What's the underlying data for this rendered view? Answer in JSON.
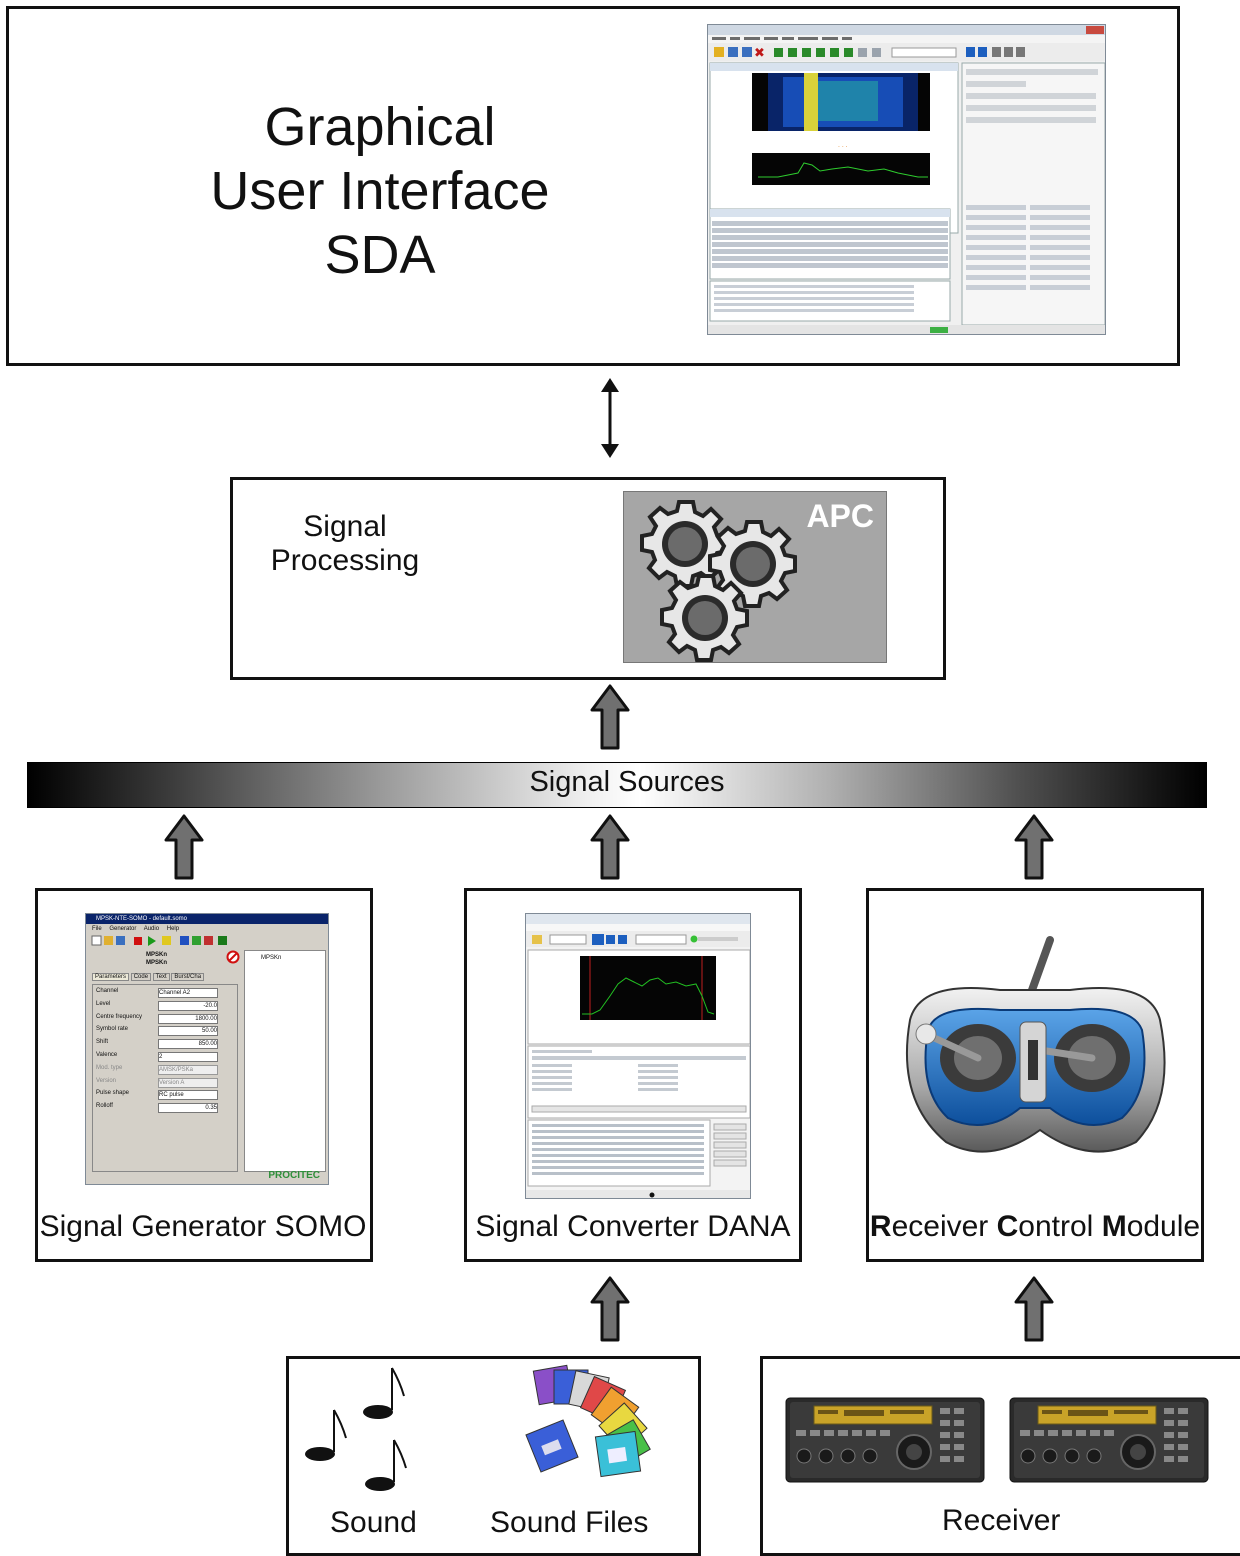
{
  "gui": {
    "lines": [
      "Graphical",
      "User Interface",
      "SDA"
    ]
  },
  "processing": {
    "lines": [
      "Signal",
      "Processing"
    ],
    "apc_label": "APC"
  },
  "sources_bar": {
    "label": "Signal Sources"
  },
  "modules": [
    {
      "label": "Signal Generator SOMO"
    },
    {
      "label": "Signal Converter DANA"
    },
    {
      "parts": [
        {
          "text": "R",
          "bold": true
        },
        {
          "text": "eceiver ",
          "bold": false
        },
        {
          "text": "C",
          "bold": true
        },
        {
          "text": "o",
          "bold": false
        },
        {
          "text": "ntrol ",
          "bold": false
        },
        {
          "text": "M",
          "bold": true
        },
        {
          "text": "odule",
          "bold": false
        }
      ]
    }
  ],
  "somo_screenshot": {
    "title": "MPSK-NTE-SOMO - default.somo",
    "menu": [
      "File",
      "Generator",
      "Audio",
      "Help"
    ],
    "mode_line1": "MPSKn",
    "mode_line2": "MPSKn",
    "tabs": [
      "Parameters",
      "Code",
      "Text",
      "Burst/Cha"
    ],
    "fields": [
      {
        "name": "Channel",
        "value": "Channel A2"
      },
      {
        "name": "Level",
        "value": "-20.0"
      },
      {
        "name": "Centre frequency",
        "value": "1800.00"
      },
      {
        "name": "Symbol rate",
        "value": "50.00"
      },
      {
        "name": "Shift",
        "value": "850.00"
      },
      {
        "name": "Valence",
        "value": "2"
      },
      {
        "name": "Mod. type",
        "value": "AMSK/PSKa"
      },
      {
        "name": "Version",
        "value": "Version A"
      },
      {
        "name": "Pulse shape",
        "value": "RC pulse"
      },
      {
        "name": "Rolloff",
        "value": "0.35"
      }
    ],
    "side_item": "MPSKn",
    "brand": "PROCITEC"
  },
  "inputs": {
    "sound": "Sound",
    "sound_files": "Sound Files",
    "receiver": "Receiver"
  }
}
